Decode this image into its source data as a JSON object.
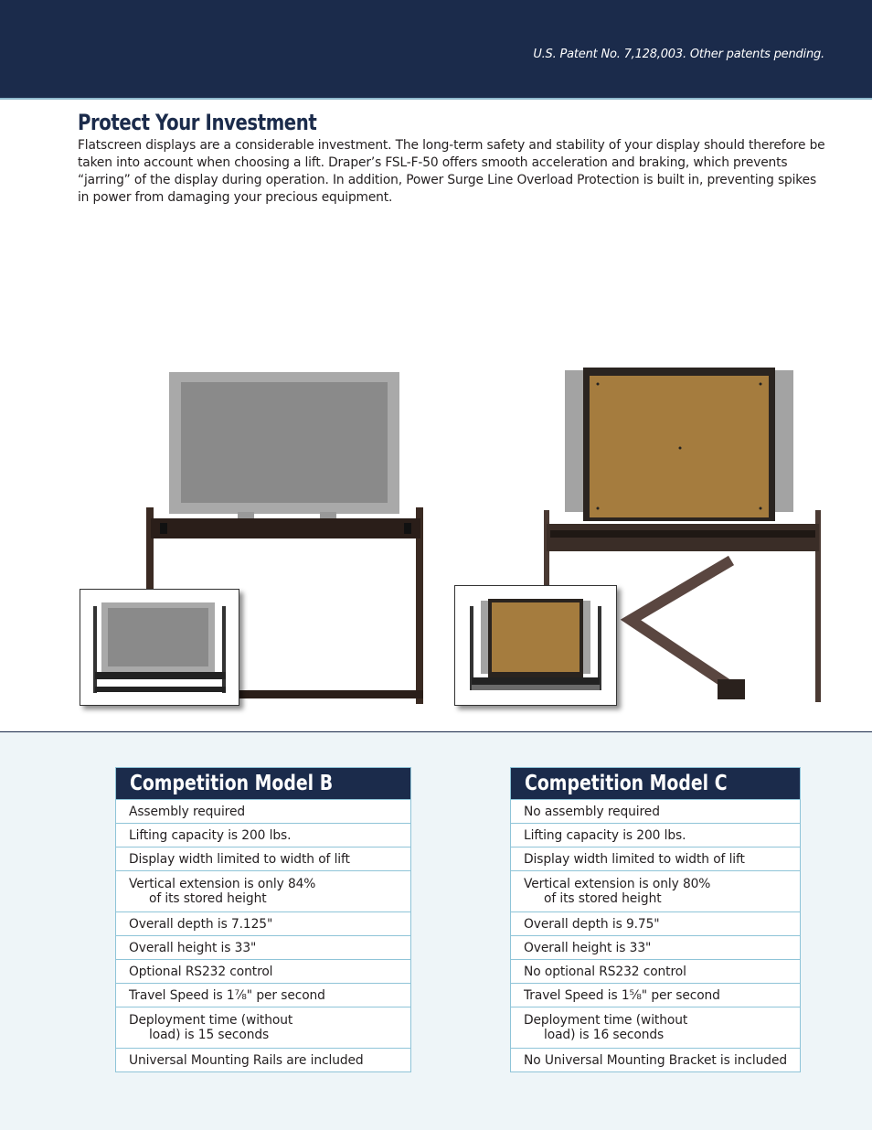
{
  "header": {
    "patent_note": "U.S. Patent No. 7,128,003. Other patents pending."
  },
  "section": {
    "title": "Protect Your Investment",
    "body": "Flatscreen displays are a considerable investment.  The long-term safety and stability of your display should therefore be taken into account when choosing a lift.  Draper’s FSL-F-50 offers smooth acceleration and braking, which prevents “jarring” of the display during operation.  In addition, Power Surge Line Overload Protection is built in, preventing spikes in power from damaging your precious equipment."
  },
  "colors": {
    "navy": "#1b2b4b",
    "light_blue_bg": "#eef5f8",
    "table_border": "#8fc4d8"
  },
  "images": [
    "model-b-lift-photo",
    "model-b-thumbnail",
    "model-c-lift-photo",
    "model-c-thumbnail"
  ],
  "table_b": {
    "title": "Competition Model B",
    "rows": [
      {
        "line1": "Assembly required"
      },
      {
        "line1": "Lifting capacity is 200 lbs."
      },
      {
        "line1": "Display width limited to width of lift"
      },
      {
        "line1": "Vertical extension is only 84%",
        "line2": "of its stored height"
      },
      {
        "line1": "Overall depth is 7.125\""
      },
      {
        "line1": "Overall height is 33\""
      },
      {
        "line1": "Optional RS232 control"
      },
      {
        "line1": "Travel Speed is 1⅞\" per second"
      },
      {
        "line1": "Deployment time (without",
        "line2": "load) is 15 seconds"
      },
      {
        "line1": "Universal Mounting Rails are included"
      }
    ]
  },
  "table_c": {
    "title": "Competition Model C",
    "rows": [
      {
        "line1": "No assembly required"
      },
      {
        "line1": "Lifting capacity is 200 lbs."
      },
      {
        "line1": "Display width limited to width of lift"
      },
      {
        "line1": "Vertical extension is only 80%",
        "line2": "of its stored height"
      },
      {
        "line1": "Overall depth is 9.75\""
      },
      {
        "line1": "Overall height is 33\""
      },
      {
        "line1": "No optional RS232 control"
      },
      {
        "line1": "Travel Speed is 1⅝\" per second"
      },
      {
        "line1": "Deployment time (without",
        "line2": "load) is 16 seconds"
      },
      {
        "line1": "No Universal Mounting Bracket is included"
      }
    ]
  }
}
